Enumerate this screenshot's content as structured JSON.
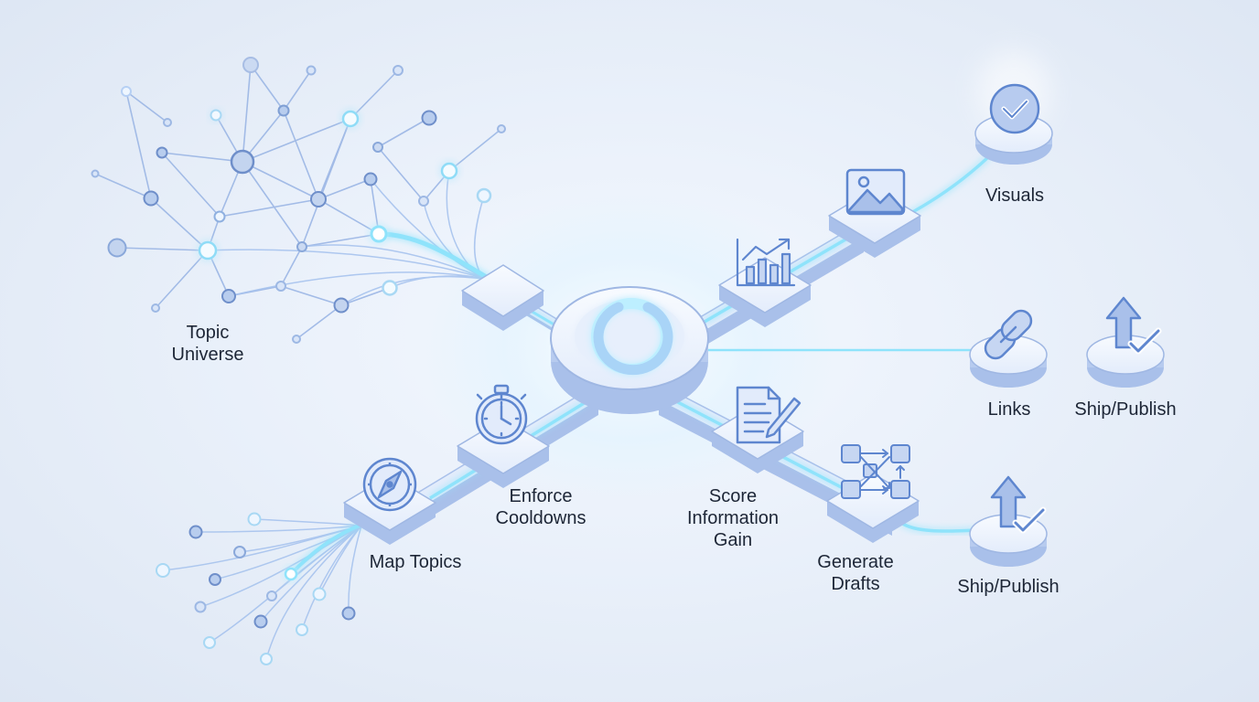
{
  "labels": {
    "topic_universe": "Topic\nUniverse",
    "map_topics": "Map Topics",
    "enforce_cooldowns": "Enforce\nCooldowns",
    "score_information_gain": "Score\nInformation\nGain",
    "generate_drafts": "Generate\nDrafts",
    "visuals": "Visuals",
    "links": "Links",
    "ship_publish_right": "Ship/Publish",
    "ship_publish_bottom": "Ship/Publish"
  },
  "icons": {
    "hub": "ring-icon",
    "stopwatch": "stopwatch-icon",
    "compass": "compass-icon",
    "document": "document-edit-icon",
    "flow": "flow-grid-icon",
    "chart": "bar-chart-icon",
    "image": "image-icon",
    "check": "check-circle-icon",
    "link": "link-icon",
    "publish": "upload-check-icon"
  },
  "colors": {
    "accent": "#5e86cf",
    "glow": "#8fe3fb",
    "tile_top": "#eef3fd",
    "tile_side": "#a9c0ea",
    "text": "#1d2636"
  }
}
